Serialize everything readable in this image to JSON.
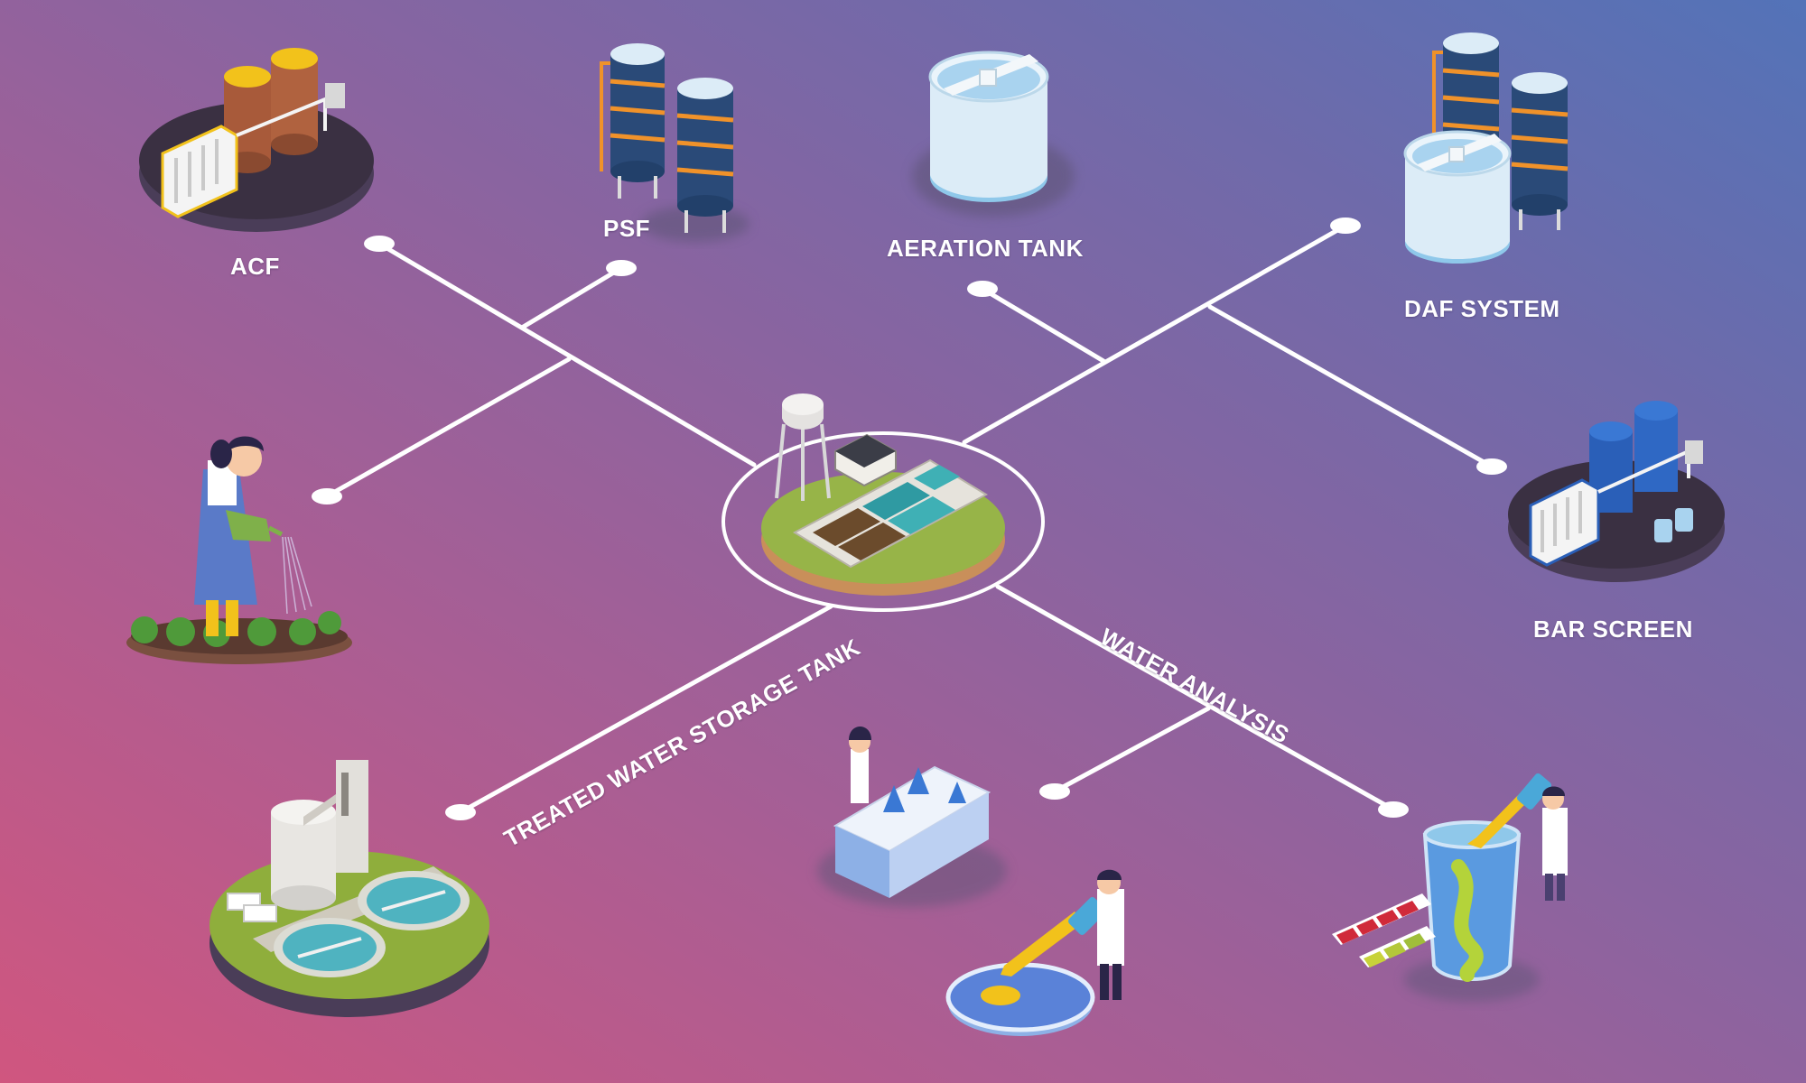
{
  "labels": {
    "acf": "ACF",
    "psf": "PSF",
    "aeration_tank": "AERATION TANK",
    "daf_system": "DAF SYSTEM",
    "bar_screen": "BAR SCREEN",
    "treated_water_storage_tank": "TREATED WATER STORAGE TANK",
    "water_analysis": "WATER ANALYSIS"
  },
  "colors": {
    "line": "#ffffff",
    "ground_green": "#8fae3c",
    "tank_light": "#dcecf7",
    "tank_blue": "#2a5fb8",
    "silo_navy": "#2a4a78",
    "silo_orange": "#f0922a",
    "yellow": "#f2c21b",
    "rust": "#a85a3a",
    "water_teal": "#4fb3c0",
    "dark_base": "#3a3042"
  }
}
